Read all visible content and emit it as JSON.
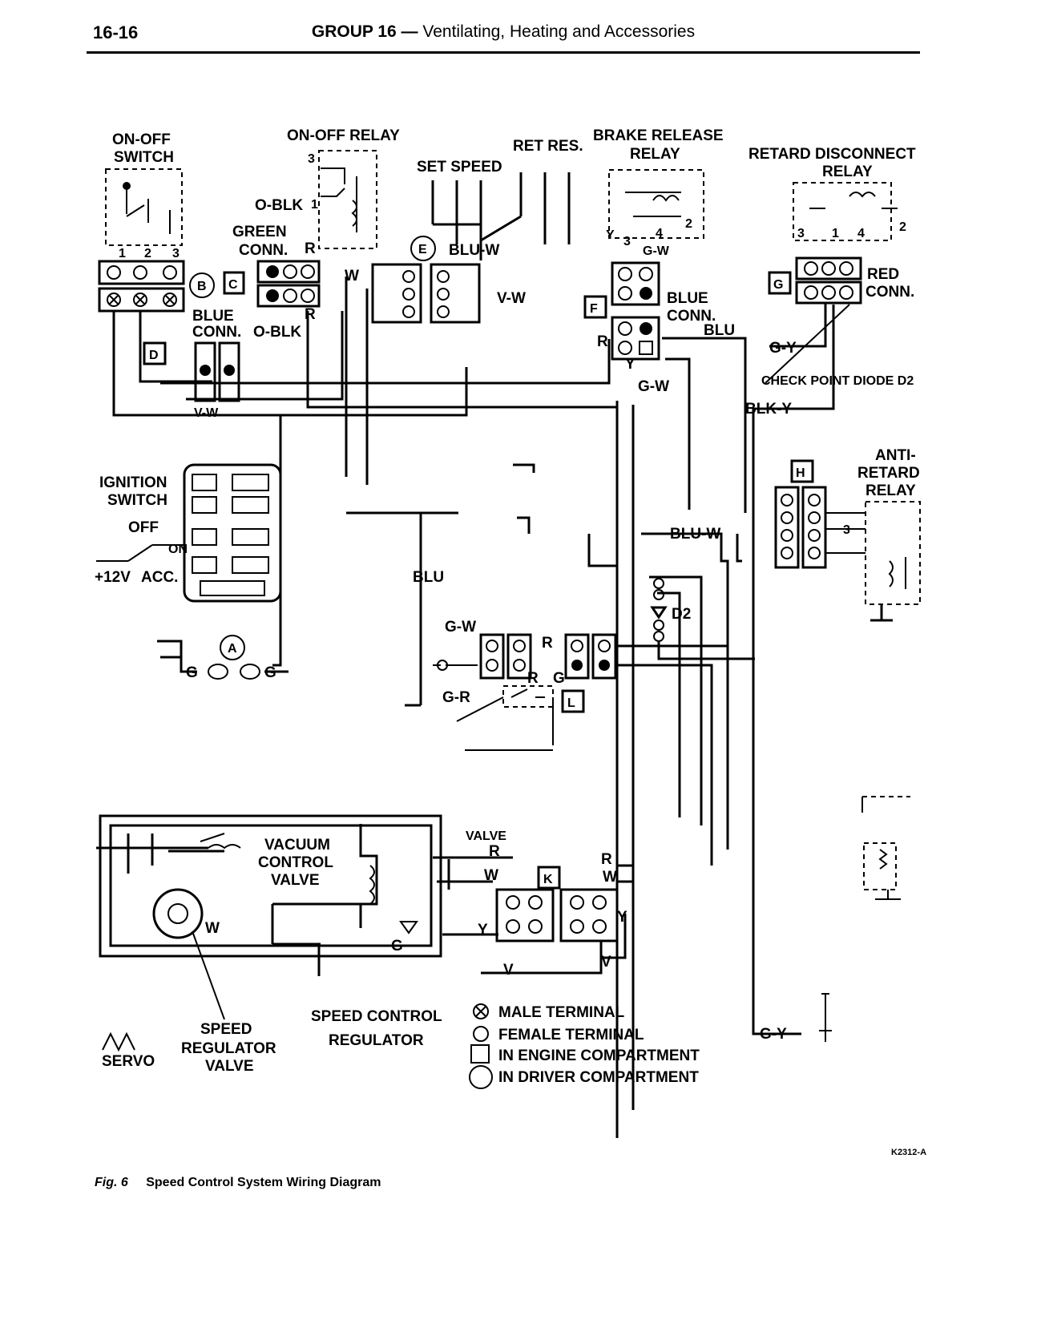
{
  "header": {
    "page_number": "16-16",
    "group": "GROUP 16",
    "separator": "—",
    "subtitle": "Ventilating, Heating and Accessories"
  },
  "diagram": {
    "components": {
      "on_off_switch": [
        "ON-OFF",
        "SWITCH"
      ],
      "on_off_relay": "ON-OFF RELAY",
      "set_speed": "SET SPEED",
      "ret_res": "RET RES.",
      "brake_release_relay": [
        "BRAKE RELEASE",
        "RELAY"
      ],
      "retard_disconnect_relay": [
        "RETARD DISCONNECT",
        "RELAY"
      ],
      "green_conn": [
        "GREEN",
        "CONN."
      ],
      "blue_conn_left": [
        "BLUE",
        "CONN."
      ],
      "blue_conn_right": [
        "BLUE",
        "CONN."
      ],
      "red_conn": [
        "RED",
        "CONN."
      ],
      "check_point": "CHECK POINT DIODE D2",
      "ignition_switch": [
        "IGNITION",
        "SWITCH"
      ],
      "ignition_states": [
        "OFF",
        "ON",
        "+12V",
        "ACC."
      ],
      "anti_retard_relay": [
        "ANTI-",
        "RETARD",
        "RELAY"
      ],
      "diode": "D2",
      "vacuum_control_valve": [
        "VACUUM",
        "CONTROL",
        "VALVE"
      ],
      "speed_regulator_valve": [
        "SPEED",
        "REGULATOR",
        "VALVE"
      ],
      "servo": "SERVO",
      "speed_control_regulator": [
        "SPEED CONTROL",
        "REGULATOR"
      ],
      "valve_partial": "VALVE"
    },
    "connectors": [
      "A",
      "B",
      "C",
      "D",
      "E",
      "F",
      "G",
      "H",
      "K",
      "L"
    ],
    "pin_numbers": [
      "1",
      "2",
      "3",
      "4"
    ],
    "wire_labels": {
      "o_blk": "O-BLK",
      "r": "R",
      "w": "W",
      "blu": "BLU",
      "blu_w": "BLU-W",
      "v_w": "V-W",
      "v": "V",
      "g": "G",
      "g_w": "G-W",
      "g_y": "G-Y",
      "g_r": "G-R",
      "y": "Y",
      "blk_y": "BLK-Y"
    },
    "legend": [
      {
        "symbol": "male",
        "label": "MALE TERMINAL"
      },
      {
        "symbol": "female",
        "label": "FEMALE TERMINAL"
      },
      {
        "symbol": "square",
        "label": "IN ENGINE COMPARTMENT"
      },
      {
        "symbol": "circle",
        "label": "IN DRIVER COMPARTMENT"
      }
    ]
  },
  "art_code": "K2312-A",
  "caption": {
    "fig": "Fig. 6",
    "text": "Speed Control System Wiring Diagram"
  }
}
